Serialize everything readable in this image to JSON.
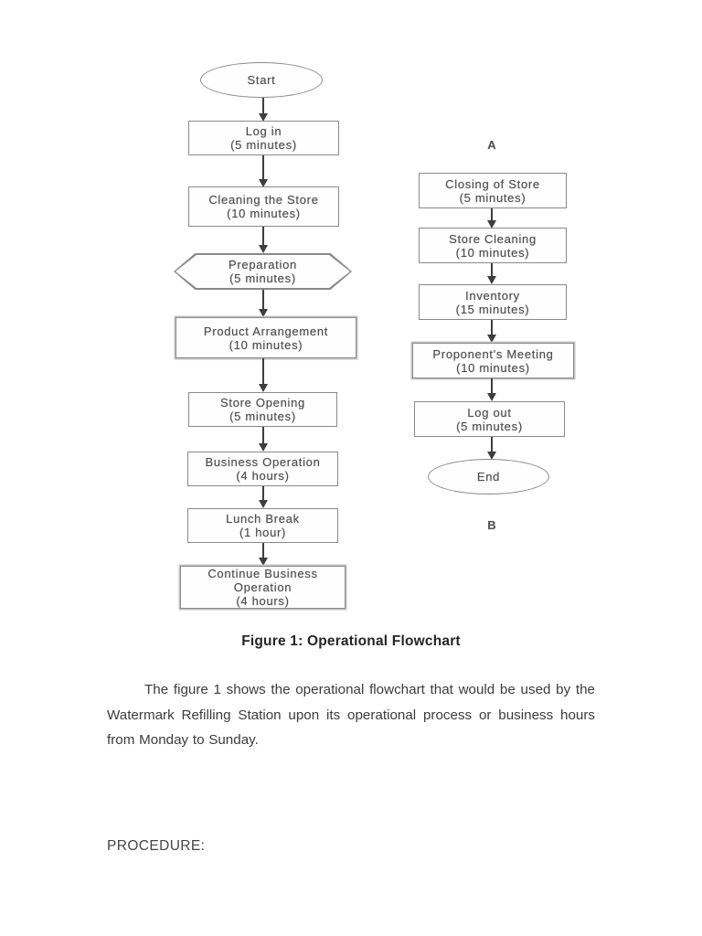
{
  "document": {
    "caption": "Figure 1: Operational Flowchart",
    "paragraph": "The figure 1 shows the operational flowchart that would be used by the Watermark Refilling Station upon its operational process or business hours from Monday to Sunday.",
    "procedure_heading": "PROCEDURE:"
  },
  "flowchart": {
    "left_nodes": [
      {
        "shape": "terminator",
        "label": "Start"
      },
      {
        "shape": "process",
        "label": "Log in",
        "duration": "(5 minutes)"
      },
      {
        "shape": "process",
        "label": "Cleaning the Store",
        "duration": "(10 minutes)"
      },
      {
        "shape": "preparation",
        "label": "Preparation",
        "duration": "(5 minutes)"
      },
      {
        "shape": "process",
        "label": "Product Arrangement",
        "duration": "(10 minutes)"
      },
      {
        "shape": "process",
        "label": "Store Opening",
        "duration": "(5 minutes)"
      },
      {
        "shape": "process",
        "label": "Business Operation",
        "duration": "(4 hours)"
      },
      {
        "shape": "process",
        "label": "Lunch Break",
        "duration": "(1 hour)"
      },
      {
        "shape": "process",
        "label": "Continue Business Operation",
        "duration": "(4 hours)"
      }
    ],
    "right_connector_top": "A",
    "right_nodes": [
      {
        "shape": "process",
        "label": "Closing of Store",
        "duration": "(5 minutes)"
      },
      {
        "shape": "process",
        "label": "Store Cleaning",
        "duration": "(10 minutes)"
      },
      {
        "shape": "process",
        "label": "Inventory",
        "duration": "(15 minutes)"
      },
      {
        "shape": "process",
        "label": "Proponent's Meeting",
        "duration": "(10 minutes)"
      },
      {
        "shape": "process",
        "label": "Log out",
        "duration": "(5 minutes)"
      },
      {
        "shape": "terminator",
        "label": "End"
      }
    ],
    "right_connector_bottom": "B",
    "colors": {
      "ink": "#3e3e3e",
      "box_border": "#8a8a8a",
      "node_text": "#4d4d4d"
    }
  }
}
